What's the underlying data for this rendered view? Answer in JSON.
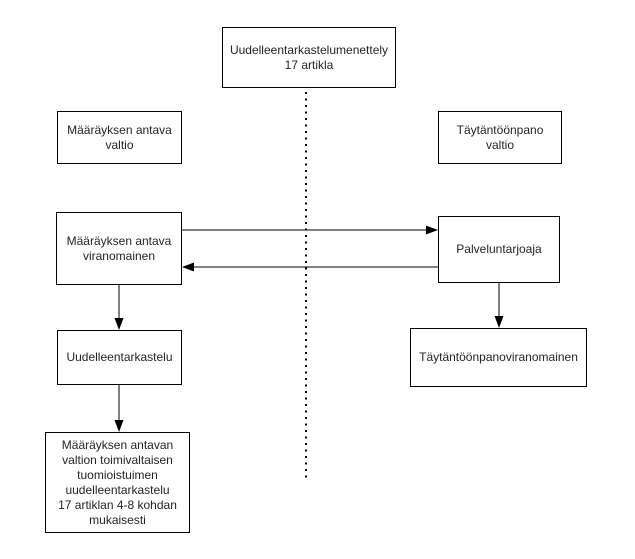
{
  "diagram": {
    "background_color": "#ffffff",
    "stroke_color": "#000000",
    "text_color": "#242424",
    "nodes": {
      "procedure": {
        "label": [
          "Uudelleentarkastelumenettely",
          "17 artikla"
        ]
      },
      "issuing_state": {
        "label": [
          "Määräyksen antava",
          "valtio"
        ]
      },
      "enforcing_state": {
        "label": [
          "Täytäntöönpano",
          "valtio"
        ]
      },
      "issuing_authority": {
        "label": [
          "Määräyksen antava",
          "viranomainen"
        ]
      },
      "service_provider": {
        "label": "Palveluntarjoaja"
      },
      "review": {
        "label": "Uudelleentarkastelu"
      },
      "enforcing_authority": {
        "label": "Täytäntöönpanoviranomainen"
      },
      "court_review": {
        "label": [
          "Määräyksen antavan",
          "valtion toimivaltaisen",
          "tuomioistuimen",
          "uudelleentarkastelu",
          "17 artiklan 4-8 kohdan",
          "mukaisesti"
        ]
      }
    },
    "connectors": [
      {
        "name": "jurisdiction-divider",
        "style": "dotted-vertical-line"
      },
      {
        "name": "issuing-authority-to-service-provider",
        "style": "arrow-right"
      },
      {
        "name": "service-provider-to-issuing-authority",
        "style": "arrow-left"
      },
      {
        "name": "issuing-authority-to-review",
        "style": "arrow-down"
      },
      {
        "name": "review-to-court-review",
        "style": "arrow-down"
      },
      {
        "name": "service-provider-to-enforcing-authority",
        "style": "arrow-down"
      }
    ]
  }
}
